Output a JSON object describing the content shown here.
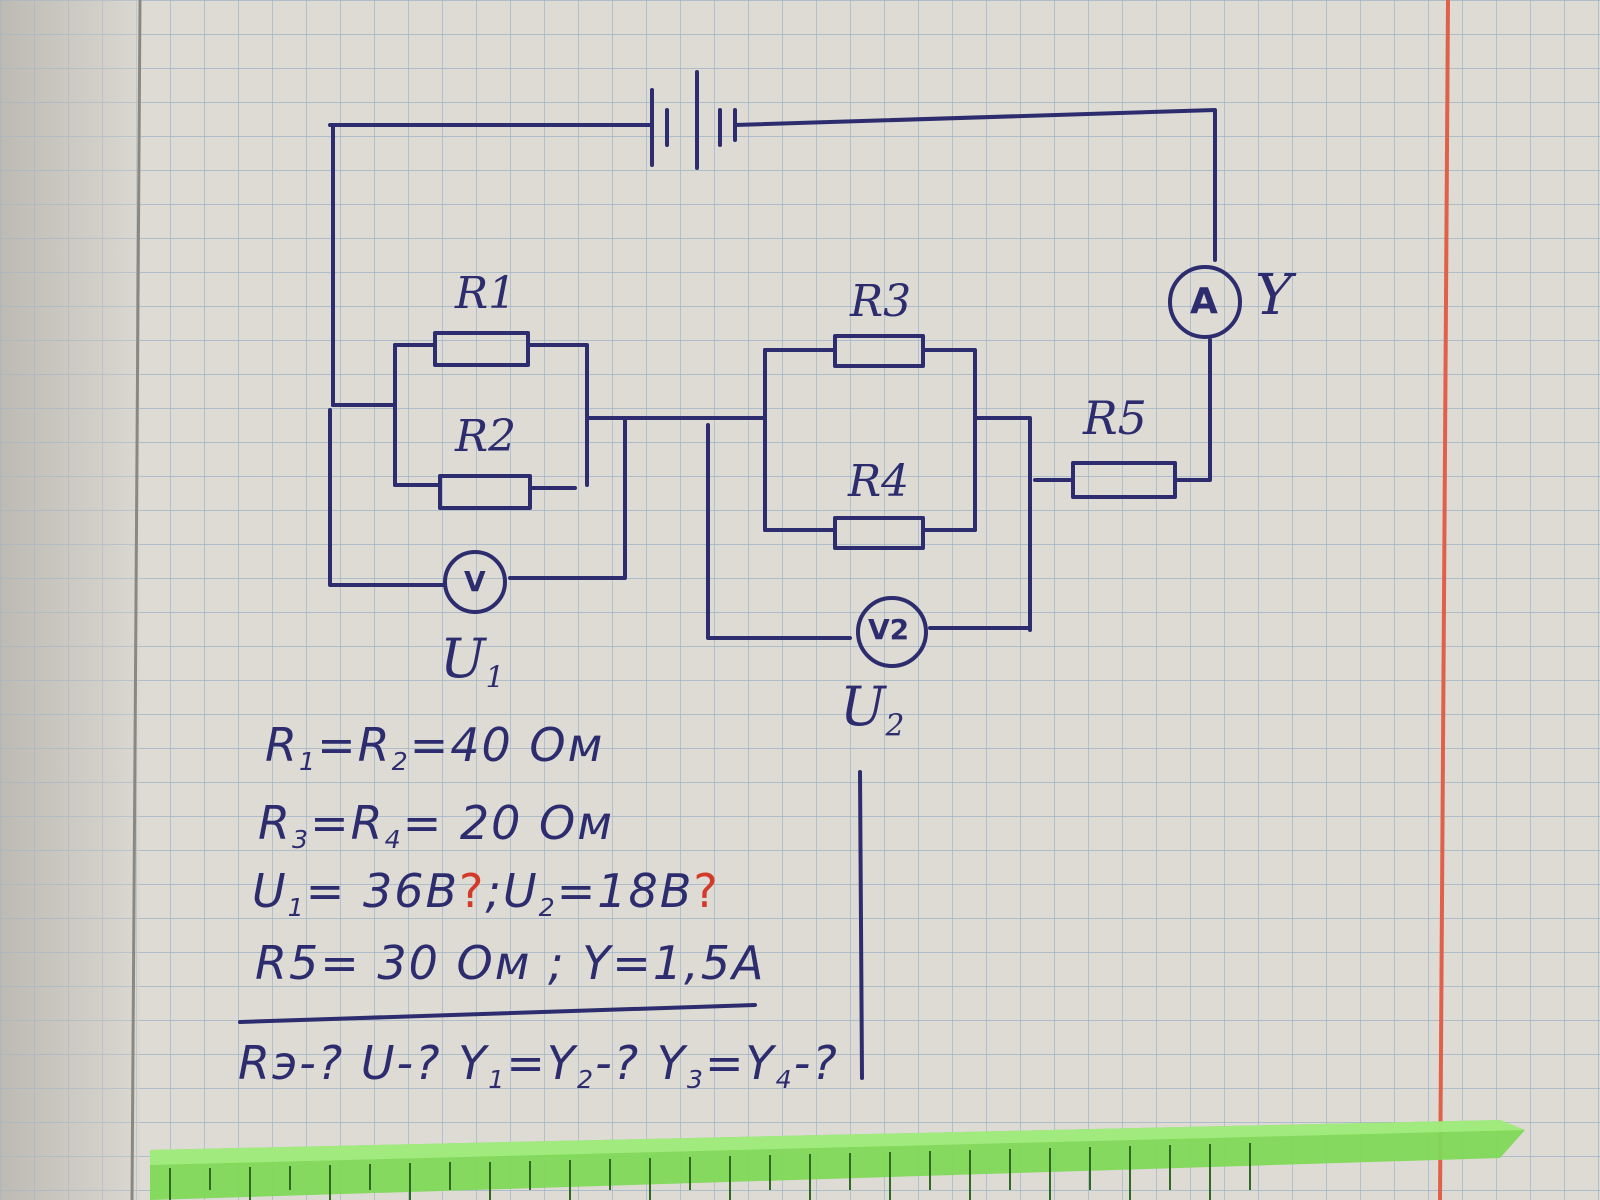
{
  "circuit": {
    "r1": "R1",
    "r2": "R2",
    "r3": "R3",
    "r4": "R4",
    "r5": "R5",
    "ammeter_symbol": "A",
    "ammeter_label": "Y",
    "voltmeter1_symbol": "V",
    "voltmeter2_symbol": "V2",
    "u1": {
      "main": "U",
      "sub": "1"
    },
    "u2": {
      "main": "U",
      "sub": "2"
    }
  },
  "given": {
    "line1": {
      "a": "R",
      "a_sub": "1",
      "b": "=R",
      "b_sub": "2",
      "rest": "=40 Ом"
    },
    "line2": {
      "a": "R",
      "a_sub": "3",
      "b": "=R",
      "b_sub": "4",
      "rest": "= 20 Ом"
    },
    "line3": {
      "a": "U",
      "a_sub": "1",
      "rest": "= 36B",
      "q1": "?",
      "sep": ";",
      "b": "U",
      "b_sub": "2",
      "rest2": "=18B",
      "q2": "?"
    },
    "line4": {
      "text": "R5= 30 Ом ; Y=1,5A"
    },
    "find": {
      "a": "Rэ",
      "rest1": "-? U-? Y",
      "s1": "1",
      "mid": "=Y",
      "s2": "2",
      "rest2": "-? Y",
      "s3": "3",
      "mid2": "=Y",
      "s4": "4",
      "rest3": "-?"
    }
  },
  "colors": {
    "ink": "#2c2c6e",
    "red_mark": "#d23a2a",
    "margin_line": "#e0604a",
    "ruler": "#7ed957"
  }
}
